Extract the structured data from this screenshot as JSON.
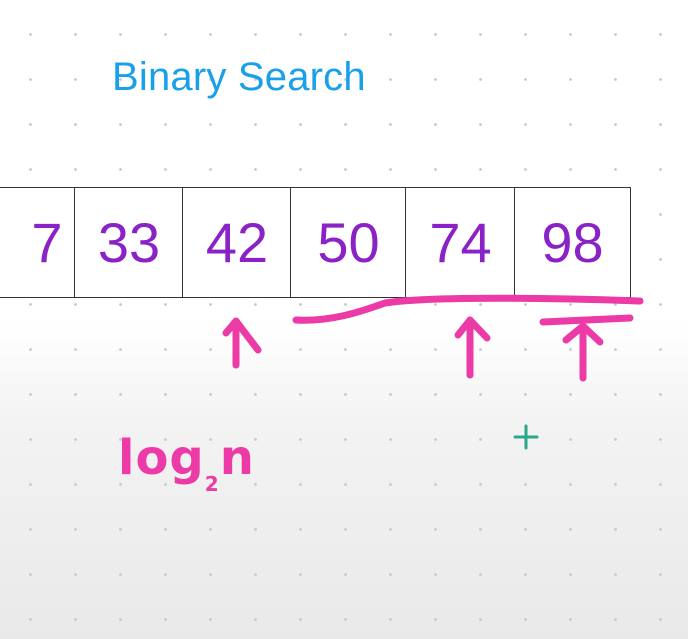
{
  "title": "Binary Search",
  "array": {
    "values": [
      "7",
      "33",
      "42",
      "50",
      "74",
      "98"
    ]
  },
  "complexity": {
    "prefix": "log",
    "subscript": "2",
    "suffix": "n"
  },
  "colors": {
    "title": "#1aa0e8",
    "values": "#8a22c6",
    "ink": "#ec3aa6",
    "cursor": "#2aa88a"
  }
}
